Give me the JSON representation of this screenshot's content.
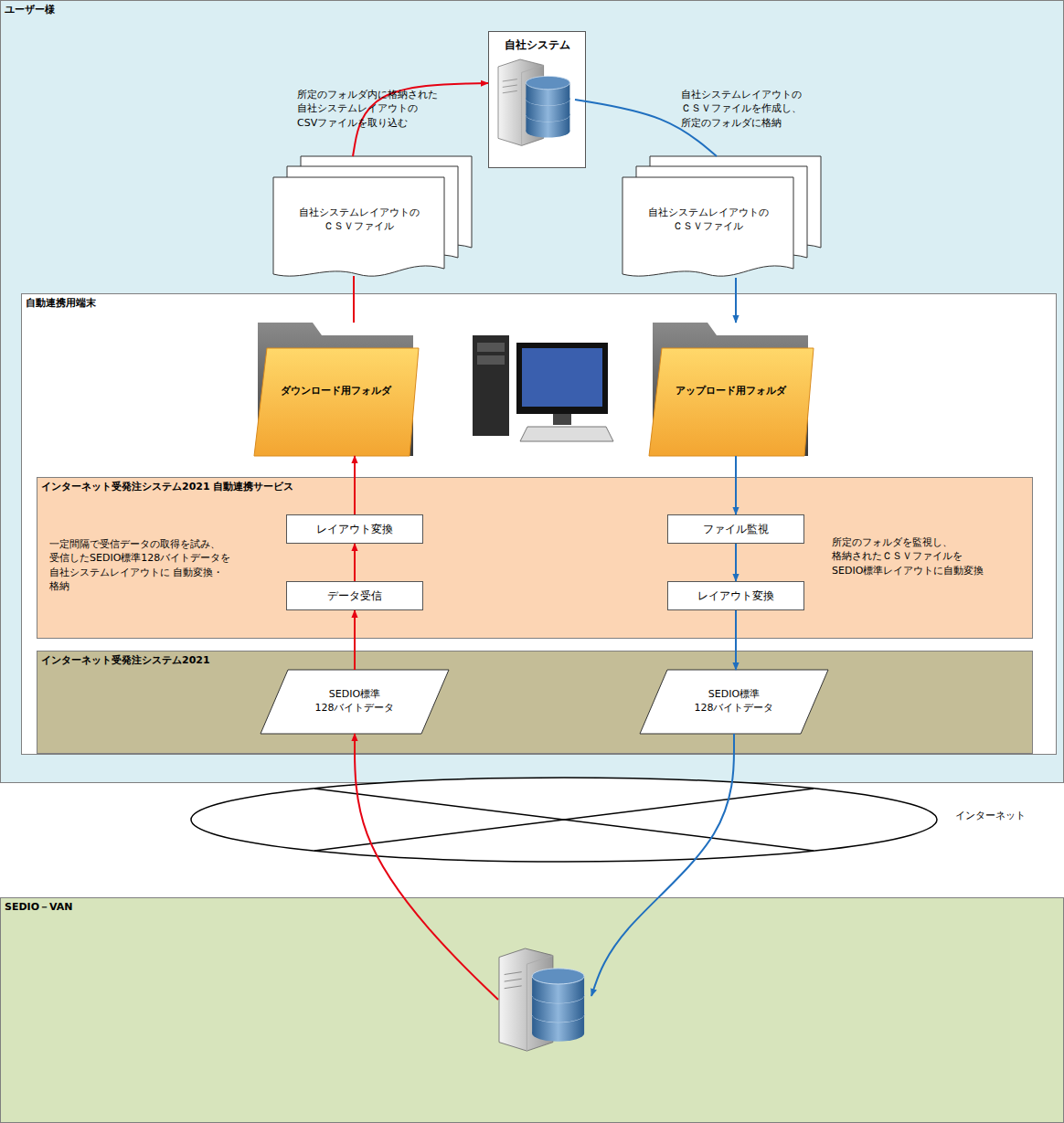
{
  "diagram": {
    "nodes": [
      {
        "text": [
          "ユーザー様"
        ]
      },
      {
        "text": [
          "自社システム"
        ],
        "in": 0
      },
      {
        "text": [
          "自社システムレイアウトの ＣＳＶファイル"
        ],
        "in": 0
      },
      {
        "text": [
          "自社システムレイアウトの ＣＳＶファイル"
        ],
        "in": 0
      },
      {
        "text": [
          "自動連携用端末"
        ],
        "in": 0
      },
      {
        "text": [
          "ダウンロード用フォルダ"
        ],
        "in": 4
      },
      {
        "text": [
          "アップロード用フォルダ"
        ],
        "in": 4
      },
      {
        "text": [
          "インターネット受発注システム2021 自動連携サービス"
        ],
        "in": 4
      },
      {
        "text": [
          "レイアウト変換"
        ],
        "in": 7
      },
      {
        "text": [
          "データ受信"
        ],
        "in": 7
      },
      {
        "text": [
          "ファイル監視"
        ],
        "in": 7
      },
      {
        "text": [
          "レイアウト変換"
        ],
        "in": 7
      },
      {
        "text": [
          "インターネット受発注システム2021"
        ],
        "in": 4
      },
      {
        "text": [
          "SEDIO標準 128バイトデータ"
        ],
        "in": 12
      },
      {
        "text": [
          "SEDIO標準 128バイトデータ"
        ],
        "in": 12
      },
      {
        "text": [
          "インターネット"
        ]
      },
      {
        "text": [
          "SEDIO－VAN"
        ]
      }
    ],
    "edges": [
      {
        "from": 2,
        "to": 1,
        "arrow": "to"
      },
      {
        "from": 1,
        "to": 3,
        "arrow": "none"
      },
      {
        "from": 5,
        "to": 2,
        "arrow": "none"
      },
      {
        "from": 3,
        "to": 6,
        "arrow": "to"
      },
      {
        "from": 8,
        "to": 5,
        "arrow": "to"
      },
      {
        "from": 9,
        "to": 8,
        "arrow": "to"
      },
      {
        "from": 13,
        "to": 9,
        "arrow": "to"
      },
      {
        "from": 6,
        "to": 10,
        "arrow": "to"
      },
      {
        "from": 10,
        "to": 11,
        "arrow": "to"
      },
      {
        "from": 11,
        "to": 14,
        "arrow": "to"
      },
      {
        "from": 16,
        "to": 13,
        "arrow": "to"
      },
      {
        "from": 14,
        "to": 16,
        "arrow": "to"
      }
    ],
    "labels": [
      "所定のフォルダ内に格納された 自社システムレイアウトの CSVファイルを取り込む",
      "自社システムレイアウトの ＣＳＶファイルを作成し、 所定のフォルダに格納",
      "一定間隔で受信データの取得を試み、 受信したSEDIO標準128バイトデータを 自社システムレイアウトに 自動変換・格納",
      "所定のフォルダを監視し、 格納されたＣＳＶファイルを SEDIO標準レイアウトに自動変換"
    ]
  }
}
